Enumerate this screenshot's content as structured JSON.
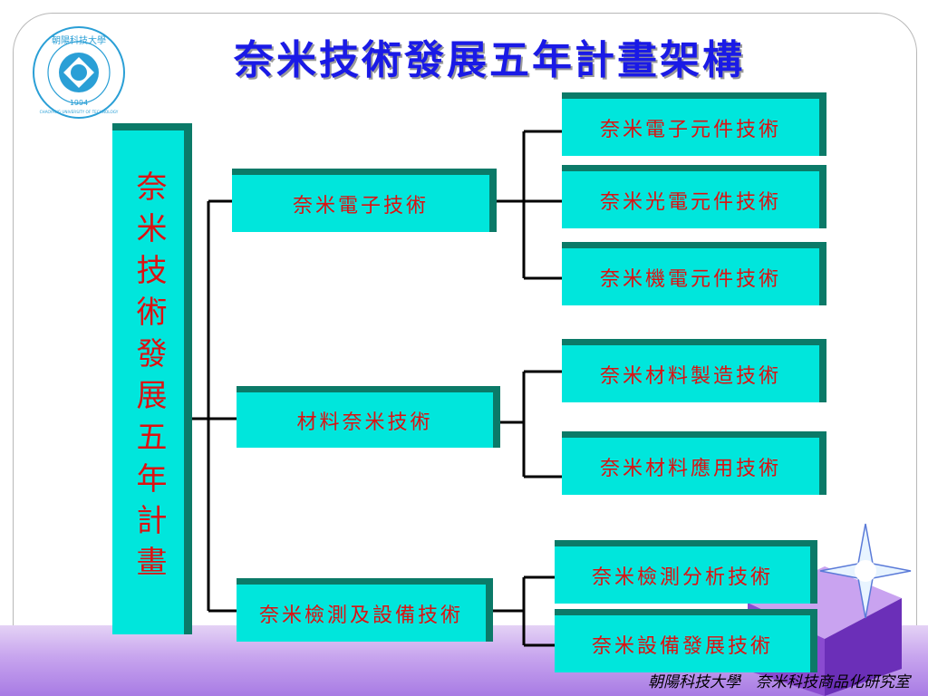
{
  "title": "奈米技術發展五年計畫架構",
  "root": "奈米技術發展五年計畫",
  "branches": [
    {
      "label": "奈米電子技術",
      "children": [
        "奈米電子元件技術",
        "奈米光電元件技術",
        "奈米機電元件技術"
      ]
    },
    {
      "label": "材料奈米技術",
      "children": [
        "奈米材料製造技術",
        "奈米材料應用技術"
      ]
    },
    {
      "label": "奈米檢測及設備技術",
      "children": [
        "奈米檢測分析技術",
        "奈米設備發展技術"
      ]
    }
  ],
  "logo": {
    "year": "1994",
    "arc_text": "朝陽科技大學",
    "english": "CHAOYANG UNIVERSITY OF TECHNOLOGY"
  },
  "footer": "朝陽科技大學　奈米科技商品化研究室",
  "colors": {
    "box_fill": "#00e6dc",
    "box_shadow": "#0b7a68",
    "box_text": "#dd1111",
    "title": "#1a1ae6",
    "band": "#b48be8",
    "star": "#9b59d8"
  }
}
